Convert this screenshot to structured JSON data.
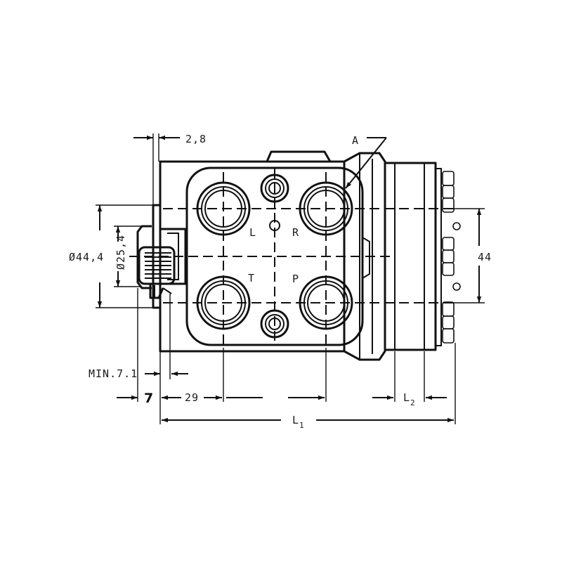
{
  "diagram": {
    "labels": {
      "dim_2_8": "2,8",
      "dim_a": "A",
      "dim_44_4": "Ø44,4",
      "dim_25_4": "Ø25,4",
      "dim_44": "44",
      "dim_min_7_1": "MIN.7.1",
      "dim_7": "7",
      "dim_29": "29",
      "dim_l2_main": "L",
      "dim_l2_sub": "2",
      "dim_l1_main": "L",
      "dim_l1_sub": "1"
    },
    "ports": {
      "L": "L",
      "R": "R",
      "T": "T",
      "P": "P"
    }
  }
}
